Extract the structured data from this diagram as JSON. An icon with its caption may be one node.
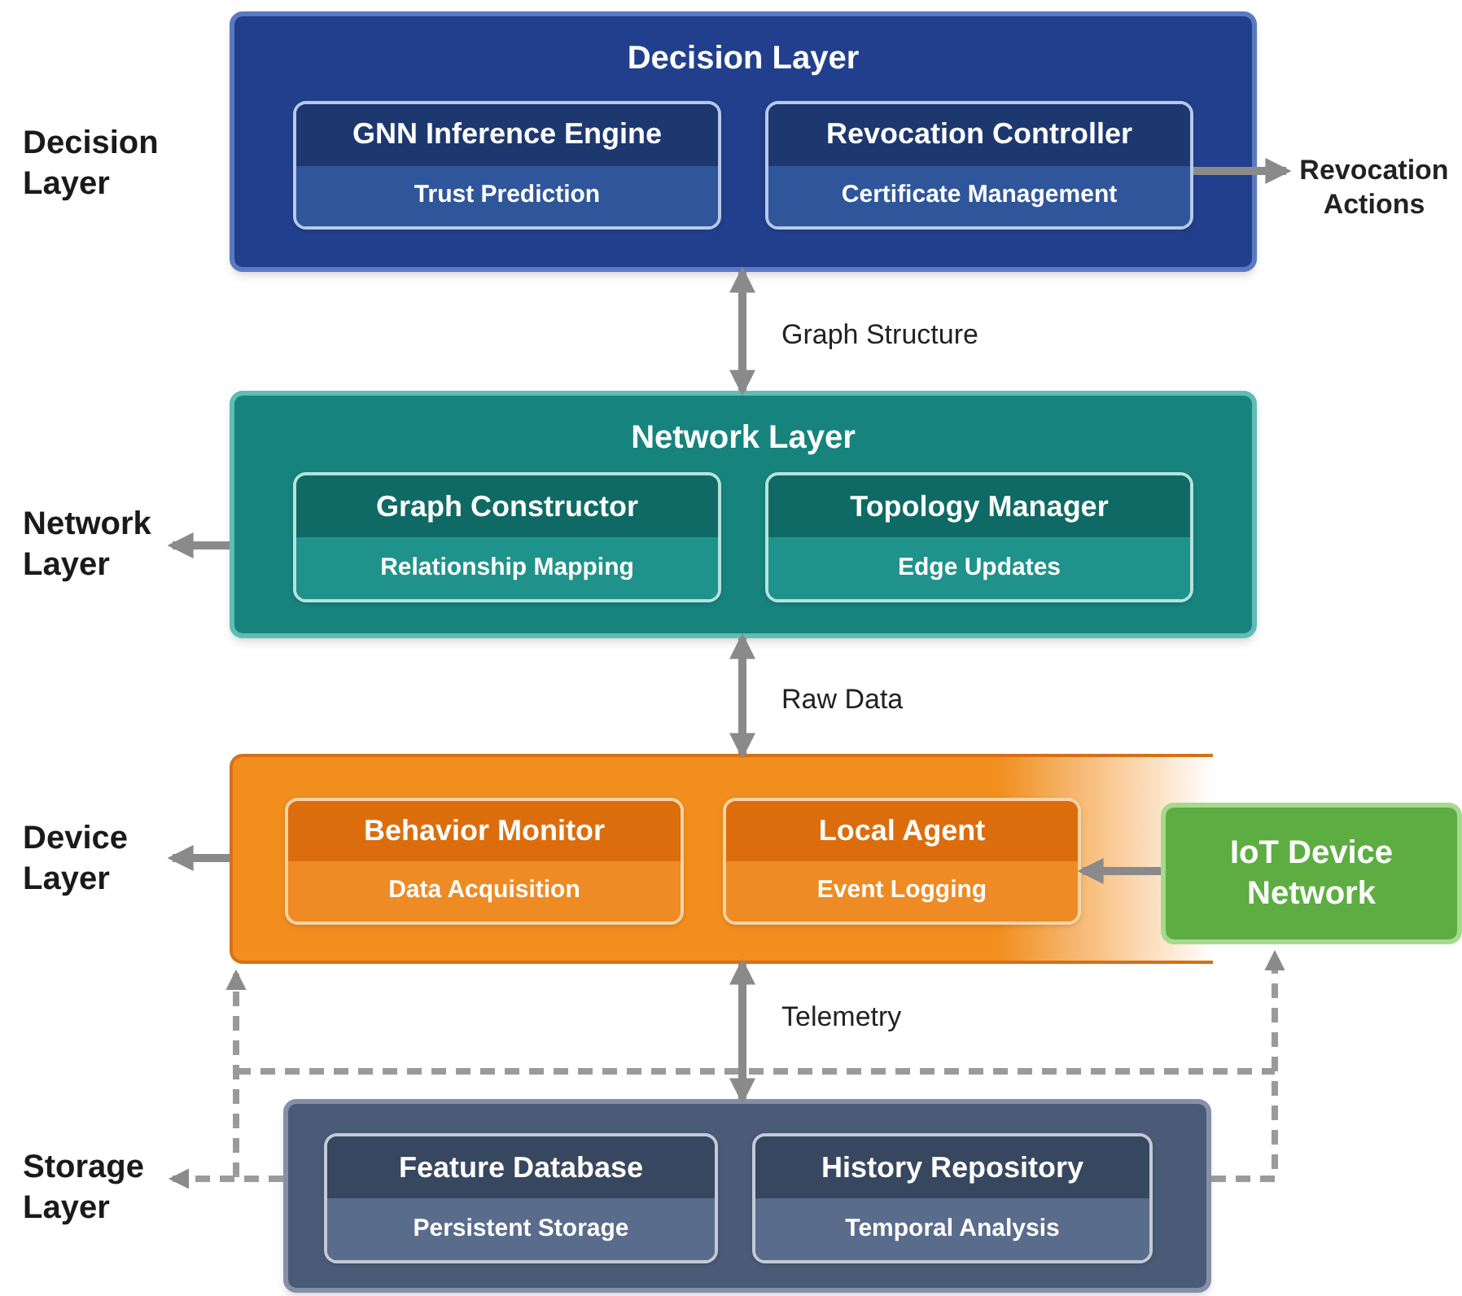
{
  "diagram": {
    "nodes": [
      {
        "text": [
          "Decision Layer"
        ]
      },
      {
        "text": [
          "GNN Inference Engine",
          "Trust Prediction"
        ],
        "in": 0
      },
      {
        "text": [
          "Revocation Controller",
          "Certificate Management"
        ],
        "in": 0
      },
      {
        "text": [
          "Revocation Actions"
        ]
      },
      {
        "text": [
          "Network Layer"
        ]
      },
      {
        "text": [
          "Graph Constructor",
          "Relationship Mapping"
        ],
        "in": 4
      },
      {
        "text": [
          "Topology Manager",
          "Edge Updates"
        ],
        "in": 4
      },
      {
        "text": [],
        "shape": "box"
      },
      {
        "text": [
          "Behavior Monitor",
          "Data Acquisition"
        ],
        "in": 7
      },
      {
        "text": [
          "Local Agent",
          "Event Logging"
        ],
        "in": 7
      },
      {
        "text": [
          "IoT Device Network"
        ]
      },
      {
        "text": [],
        "shape": "box"
      },
      {
        "text": [
          "Feature Database",
          "Persistent Storage"
        ],
        "in": 11
      },
      {
        "text": [
          "History Repository",
          "Temporal Analysis"
        ],
        "in": 11
      },
      {
        "text": [
          "Network Layer"
        ]
      },
      {
        "text": [
          "Device Layer"
        ]
      },
      {
        "text": [
          "Storage Layer"
        ]
      }
    ],
    "edges": [
      {
        "from": 2,
        "to": 3,
        "arrow": "to"
      },
      {
        "from": 0,
        "to": 4,
        "arrow": "both",
        "label": "Graph Structure"
      },
      {
        "from": 4,
        "to": 7,
        "arrow": "both",
        "label": "Raw Data"
      },
      {
        "from": 7,
        "to": 11,
        "arrow": "both",
        "label": "Telemetry"
      },
      {
        "from": 4,
        "to": 14,
        "arrow": "to"
      },
      {
        "from": 7,
        "to": 15,
        "arrow": "to"
      },
      {
        "from": 10,
        "to": 9,
        "arrow": "to"
      },
      {
        "from": 11,
        "to": 16,
        "arrow": "to",
        "style": "dashed"
      },
      {
        "from": 11,
        "to": 7,
        "arrow": "to",
        "style": "dashed"
      },
      {
        "from": 11,
        "to": 10,
        "arrow": "to",
        "style": "dashed"
      }
    ],
    "labels": [
      "Decision Layer"
    ]
  }
}
